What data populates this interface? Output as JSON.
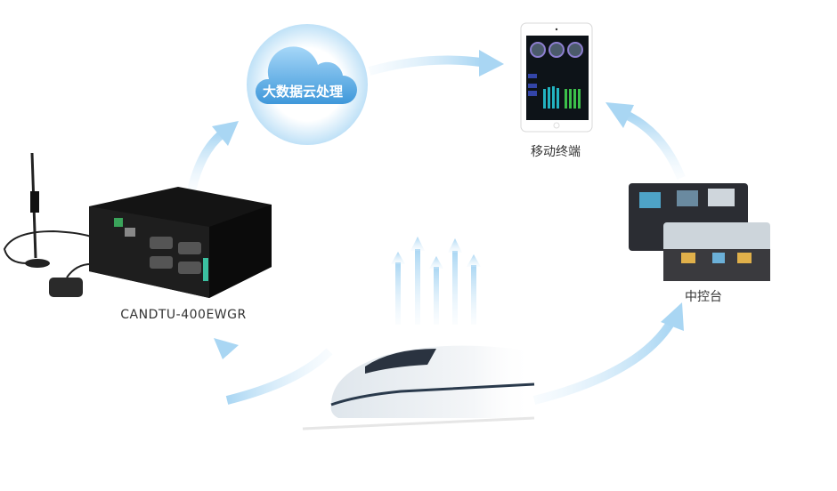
{
  "cloud": {
    "label": "大数据云处理"
  },
  "mobile": {
    "label": "移动终端"
  },
  "control": {
    "label": "中控台"
  },
  "device": {
    "label": "CANDTU-400EWGR"
  },
  "colors": {
    "arrow": "#bfe0f5",
    "cloud": "#4aa3de",
    "panel": "#0e0f12"
  }
}
